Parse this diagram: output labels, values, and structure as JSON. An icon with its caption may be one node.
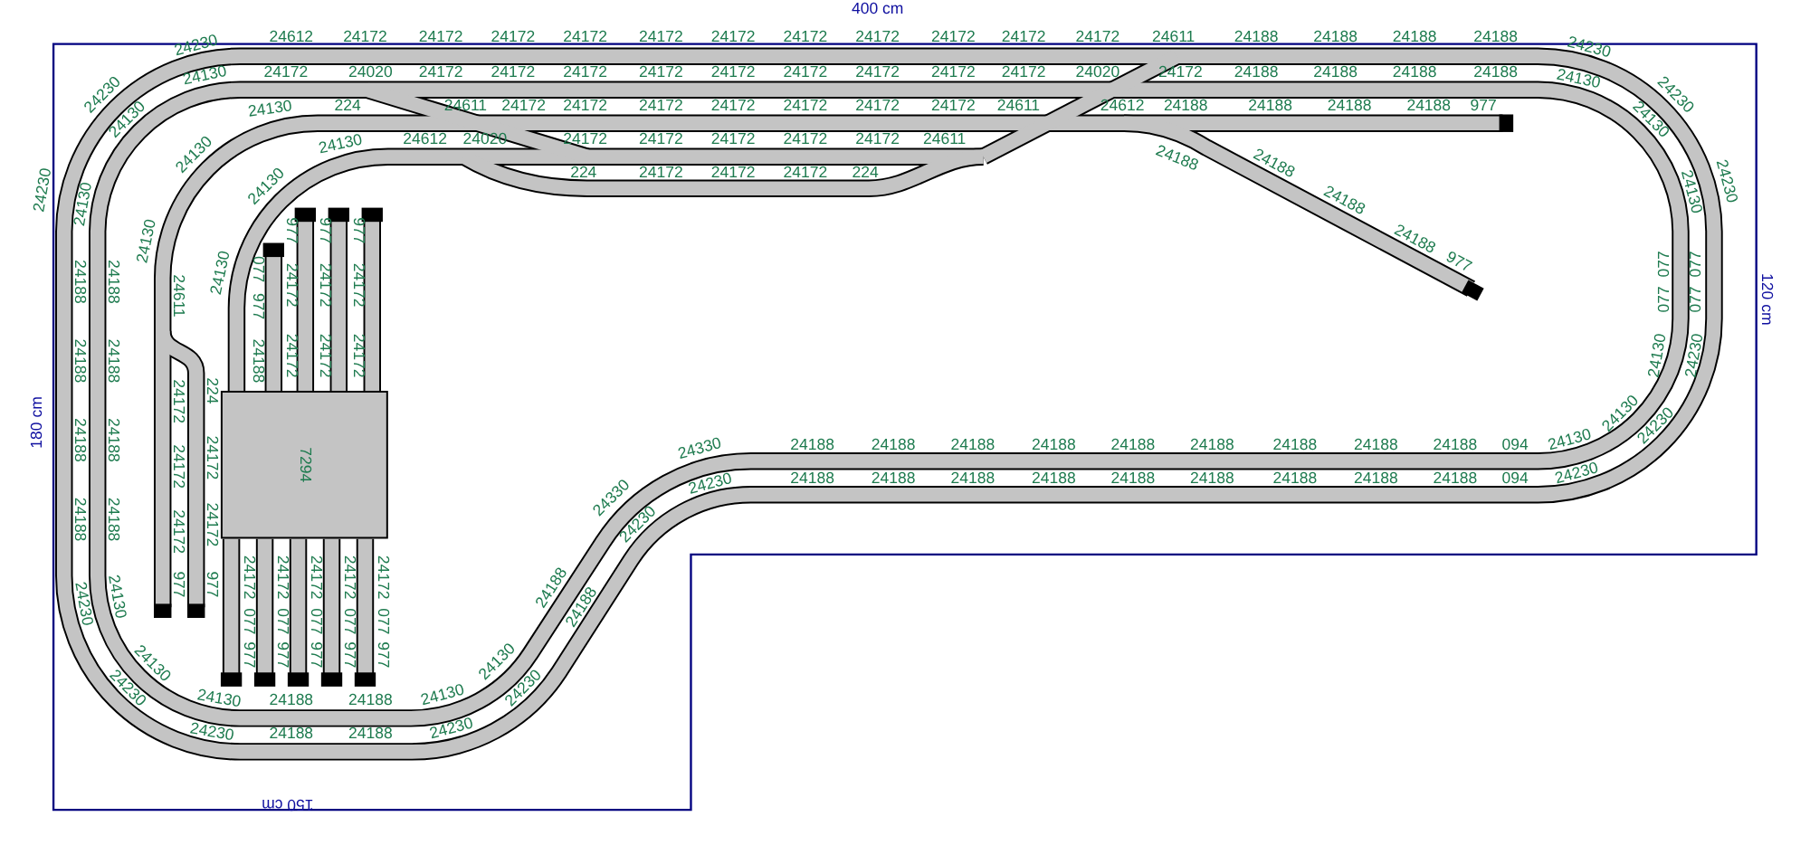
{
  "diagram": {
    "nodes": [
      {
        "text": [
          "7294"
        ]
      }
    ],
    "labels": [
      "24230",
      "24612",
      "24172",
      "24172",
      "24172",
      "24172",
      "24172",
      "24172",
      "24172",
      "24172",
      "24172",
      "24172",
      "24172",
      "24611",
      "24188",
      "24188",
      "24188",
      "24188",
      "24230",
      "24130",
      "24172",
      "24020",
      "24172",
      "24172",
      "24172",
      "24172",
      "24172",
      "24172",
      "24172",
      "24172",
      "24172",
      "24020",
      "24172",
      "24188",
      "24188",
      "24188",
      "24188",
      "24130",
      "24130",
      "224",
      "24611",
      "24172",
      "24172",
      "24172",
      "24172",
      "24172",
      "24172",
      "24172",
      "24611",
      "24612",
      "24188",
      "24188",
      "24188",
      "24188",
      "977",
      "24130",
      "24612",
      "24020",
      "24172",
      "24172",
      "24172",
      "24172",
      "24172",
      "24611",
      "24188",
      "24188",
      "24188",
      "24188",
      "977",
      "224",
      "24172",
      "24172",
      "24172",
      "224",
      "24230",
      "24130",
      "24130",
      "24230",
      "24130",
      "24130",
      "24130",
      "24188",
      "24188",
      "24130",
      "24188",
      "24188",
      "24188",
      "24188",
      "24188",
      "24188",
      "24611",
      "24172",
      "24172",
      "24172",
      "977",
      "224",
      "24172",
      "24172",
      "977",
      "077",
      "977",
      "24188",
      "977",
      "24172",
      "24172",
      "977",
      "24172",
      "24172",
      "977",
      "24172",
      "24172",
      "24172",
      "24172",
      "24172",
      "24172",
      "24172",
      "077",
      "077",
      "077",
      "077",
      "077",
      "977",
      "977",
      "977",
      "977",
      "977",
      "24230",
      "24130",
      "24230",
      "24130",
      "24230",
      "24130",
      "24188",
      "24188",
      "24188",
      "24188",
      "24130",
      "24230",
      "24130",
      "24230",
      "24188",
      "24188",
      "24330",
      "24230",
      "24330",
      "24230",
      "24188",
      "24188",
      "24188",
      "24188",
      "24188",
      "24188",
      "24188",
      "24188",
      "24188",
      "094",
      "24130",
      "24188",
      "24188",
      "24188",
      "24188",
      "24188",
      "24188",
      "24188",
      "24188",
      "24188",
      "094",
      "24230",
      "24130",
      "24230",
      "24230",
      "24130",
      "24130",
      "24230",
      "077",
      "077",
      "077",
      "077",
      "24130",
      "24230",
      "400 cm",
      "120 cm",
      "180 cm",
      "150 cm"
    ]
  }
}
